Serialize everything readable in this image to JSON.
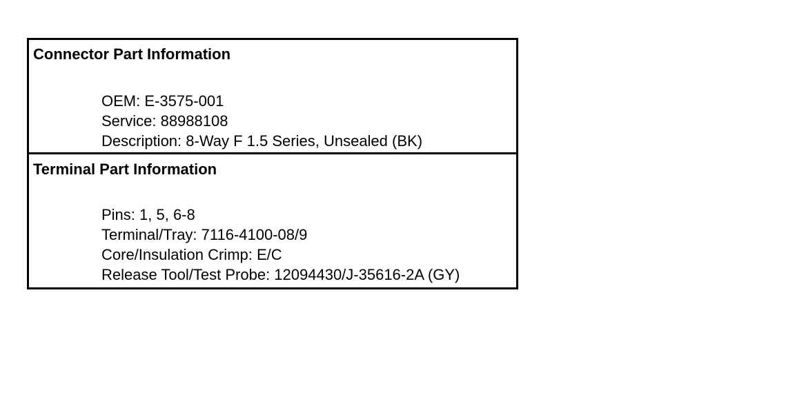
{
  "connector": {
    "title": "Connector Part Information",
    "lines": [
      "OEM: E-3575-001",
      "Service: 88988108",
      "Description: 8-Way F 1.5 Series, Unsealed (BK)"
    ]
  },
  "terminal": {
    "title": "Terminal Part Information",
    "lines": [
      "Pins: 1, 5, 6-8",
      "Terminal/Tray: 7116-4100-08/9",
      "Core/Insulation Crimp: E/C",
      "Release Tool/Test Probe: 12094430/J-35616-2A (GY)"
    ]
  }
}
